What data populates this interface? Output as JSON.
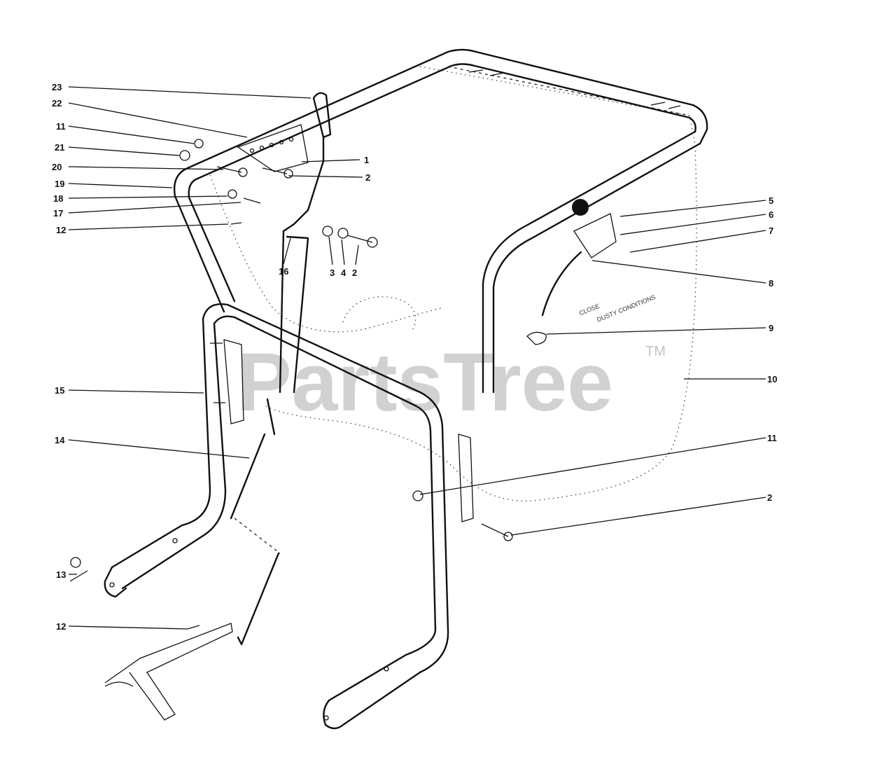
{
  "watermark": {
    "text": "PartsTree",
    "trademark": "TM"
  },
  "decal_text": {
    "line1": "CLOSE",
    "line2": "DUSTY CONDITIONS"
  },
  "callouts": [
    {
      "id": "c23",
      "text": "23"
    },
    {
      "id": "c22",
      "text": "22"
    },
    {
      "id": "c11a",
      "text": "11"
    },
    {
      "id": "c21",
      "text": "21"
    },
    {
      "id": "c20",
      "text": "20"
    },
    {
      "id": "c19",
      "text": "19"
    },
    {
      "id": "c18",
      "text": "18"
    },
    {
      "id": "c17",
      "text": "17"
    },
    {
      "id": "c12a",
      "text": "12"
    },
    {
      "id": "c16",
      "text": "16"
    },
    {
      "id": "c1",
      "text": "1"
    },
    {
      "id": "c2a",
      "text": "2"
    },
    {
      "id": "c3",
      "text": "3"
    },
    {
      "id": "c4",
      "text": "4"
    },
    {
      "id": "c2b",
      "text": "2"
    },
    {
      "id": "c5",
      "text": "5"
    },
    {
      "id": "c6",
      "text": "6"
    },
    {
      "id": "c7",
      "text": "7"
    },
    {
      "id": "c8",
      "text": "8"
    },
    {
      "id": "c9",
      "text": "9"
    },
    {
      "id": "c10",
      "text": "10"
    },
    {
      "id": "c15",
      "text": "15"
    },
    {
      "id": "c14",
      "text": "14"
    },
    {
      "id": "c11b",
      "text": "11"
    },
    {
      "id": "c2c",
      "text": "2"
    },
    {
      "id": "c13",
      "text": "13"
    },
    {
      "id": "c12b",
      "text": "12"
    }
  ]
}
